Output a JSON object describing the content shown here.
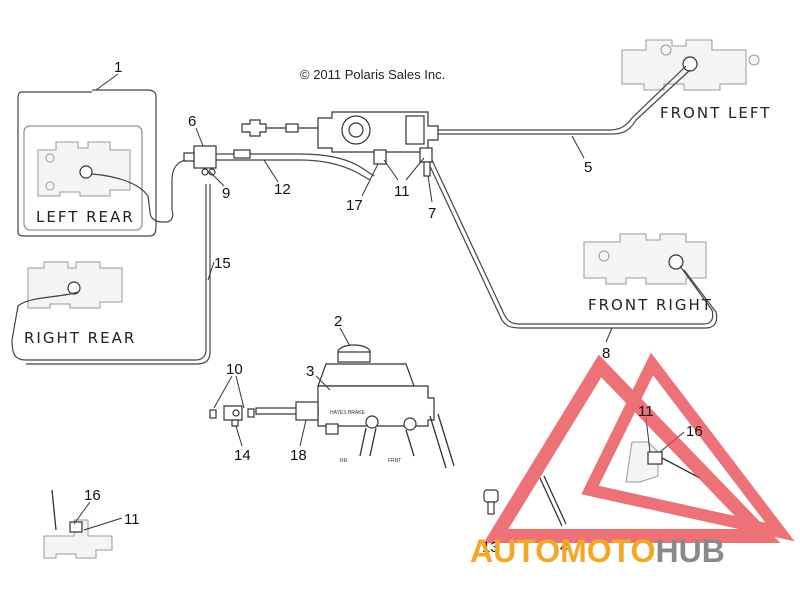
{
  "copyright": "© 2011 Polaris Sales Inc.",
  "region_labels": {
    "left_rear": "LEFT REAR",
    "right_rear": "RIGHT REAR",
    "front_left": "FRONT LEFT",
    "front_right": "FRONT RIGHT"
  },
  "callouts": {
    "c1": "1",
    "c2": "2",
    "c3": "3",
    "c4": "4",
    "c5": "5",
    "c6": "6",
    "c7": "7",
    "c8": "8",
    "c9": "9",
    "c10": "10",
    "c11_top": "11",
    "c11_right": "11",
    "c11_bottom": "11",
    "c12": "12",
    "c13": "13",
    "c14": "14",
    "c15": "15",
    "c16_right": "16",
    "c16_bottom": "16",
    "c17": "17",
    "c18": "18"
  },
  "master_cylinder_text": "HAYES BRAKE",
  "port_mark_left": "RR",
  "port_mark_right": "FRNT",
  "watermark": {
    "part_auto": "AUTO",
    "part_moto": "MOTO",
    "part_hub": "HUB",
    "color_orange": "#f5a623",
    "color_gray": "#8a8a8a",
    "color_red": "#e8434a"
  }
}
